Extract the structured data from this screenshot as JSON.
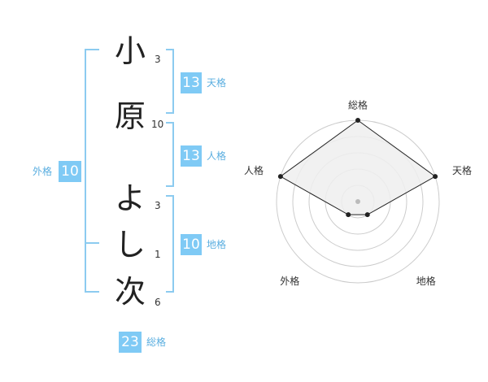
{
  "name": {
    "chars": [
      {
        "char": "小",
        "strokes": "3"
      },
      {
        "char": "原",
        "strokes": "10"
      },
      {
        "char": "よ",
        "strokes": "3"
      },
      {
        "char": "し",
        "strokes": "1"
      },
      {
        "char": "次",
        "strokes": "6"
      }
    ]
  },
  "fortune": {
    "tenkaku": {
      "label": "天格",
      "value": "13"
    },
    "jinkaku": {
      "label": "人格",
      "value": "13"
    },
    "chikaku": {
      "label": "地格",
      "value": "10"
    },
    "gaikaku": {
      "label": "外格",
      "value": "10"
    },
    "soukaku": {
      "label": "総格",
      "value": "23"
    }
  },
  "chart_data": {
    "type": "radar",
    "axes": [
      "総格",
      "天格",
      "地格",
      "外格",
      "人格"
    ],
    "values": [
      5,
      5,
      1,
      1,
      5
    ],
    "max": 5,
    "rings": 5,
    "colors": {
      "fill": "#efefef",
      "line": "#222222",
      "ring": "#cccccc",
      "point": "#222222",
      "center": "#bbbbbb"
    }
  }
}
